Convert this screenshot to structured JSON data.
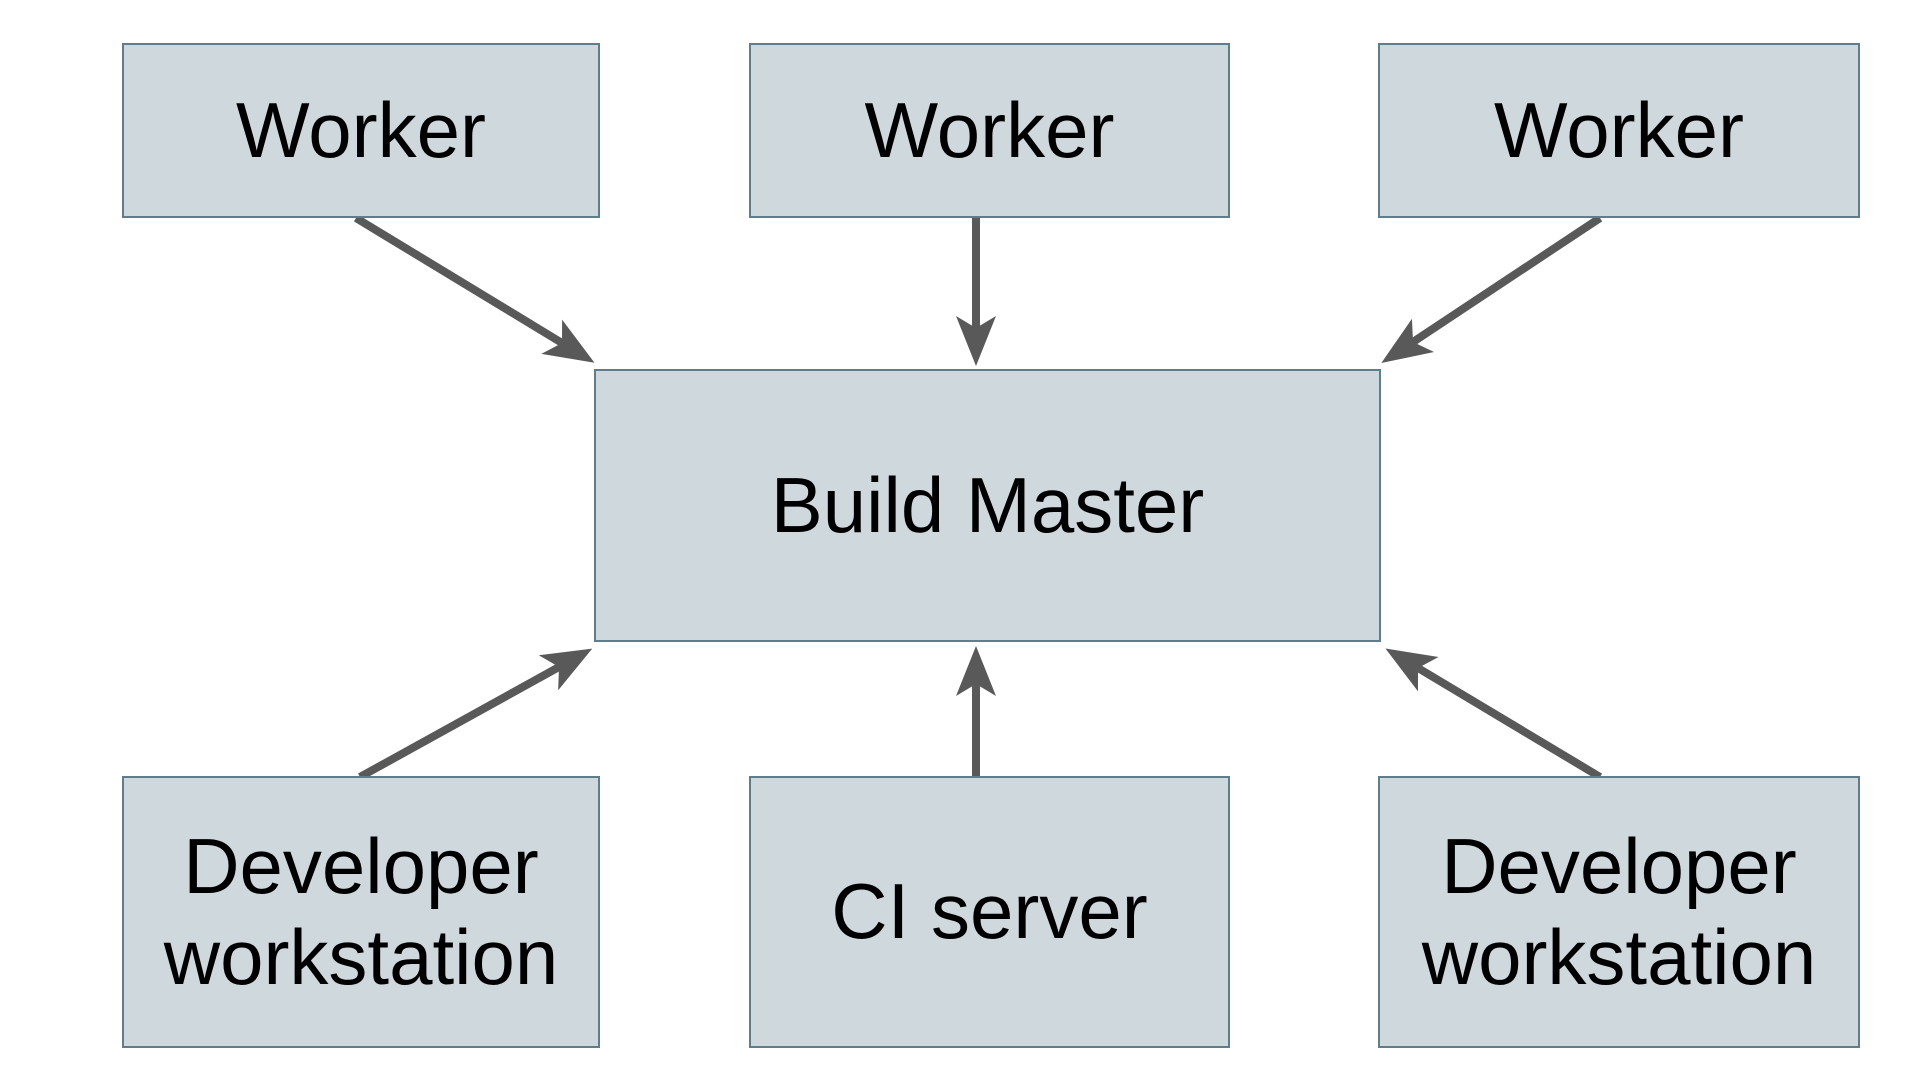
{
  "diagram": {
    "kind": "distributed-build-architecture",
    "background": "#ffffff",
    "colors": {
      "node_fill": "#cfd8dc",
      "node_border": "#607d8b",
      "arrow": "#595959",
      "text": "#000000"
    },
    "nodes": {
      "worker_1": {
        "label": "Worker"
      },
      "worker_2": {
        "label": "Worker"
      },
      "worker_3": {
        "label": "Worker"
      },
      "build_master": {
        "label": "Build Master"
      },
      "developer_workstation_1": {
        "label": "Developer workstation"
      },
      "ci_server": {
        "label": "CI server"
      },
      "developer_workstation_2": {
        "label": "Developer workstation"
      }
    },
    "edges": [
      {
        "from": "worker_1",
        "to": "build_master"
      },
      {
        "from": "worker_2",
        "to": "build_master"
      },
      {
        "from": "worker_3",
        "to": "build_master"
      },
      {
        "from": "developer_workstation_1",
        "to": "build_master"
      },
      {
        "from": "ci_server",
        "to": "build_master"
      },
      {
        "from": "developer_workstation_2",
        "to": "build_master"
      }
    ]
  }
}
